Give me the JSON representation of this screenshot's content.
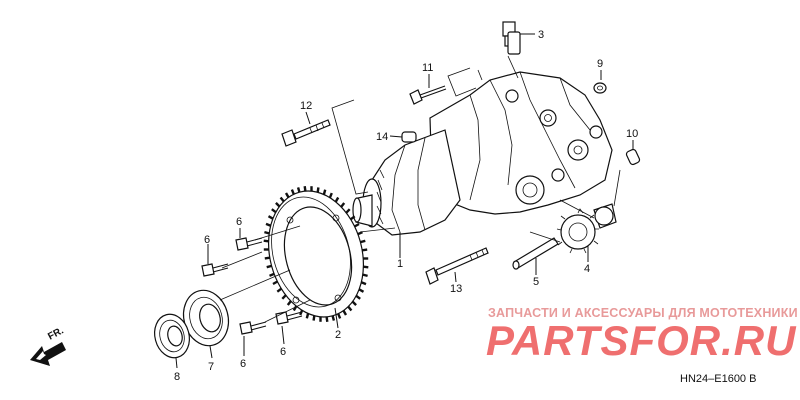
{
  "diagram": {
    "callouts": [
      "1",
      "2",
      "3",
      "4",
      "5",
      "6",
      "6",
      "6",
      "6",
      "7",
      "8",
      "9",
      "10",
      "11",
      "12",
      "13",
      "14"
    ],
    "direction_label": "FR.",
    "code": "HN24–E1600 B"
  },
  "watermark": {
    "tagline": "ЗАПЧАСТИ И АКСЕССУАРЫ ДЛЯ МОТОТЕХНИКИ",
    "brand": "PARTSFOR.RU",
    "color": "#ef6f6f"
  }
}
